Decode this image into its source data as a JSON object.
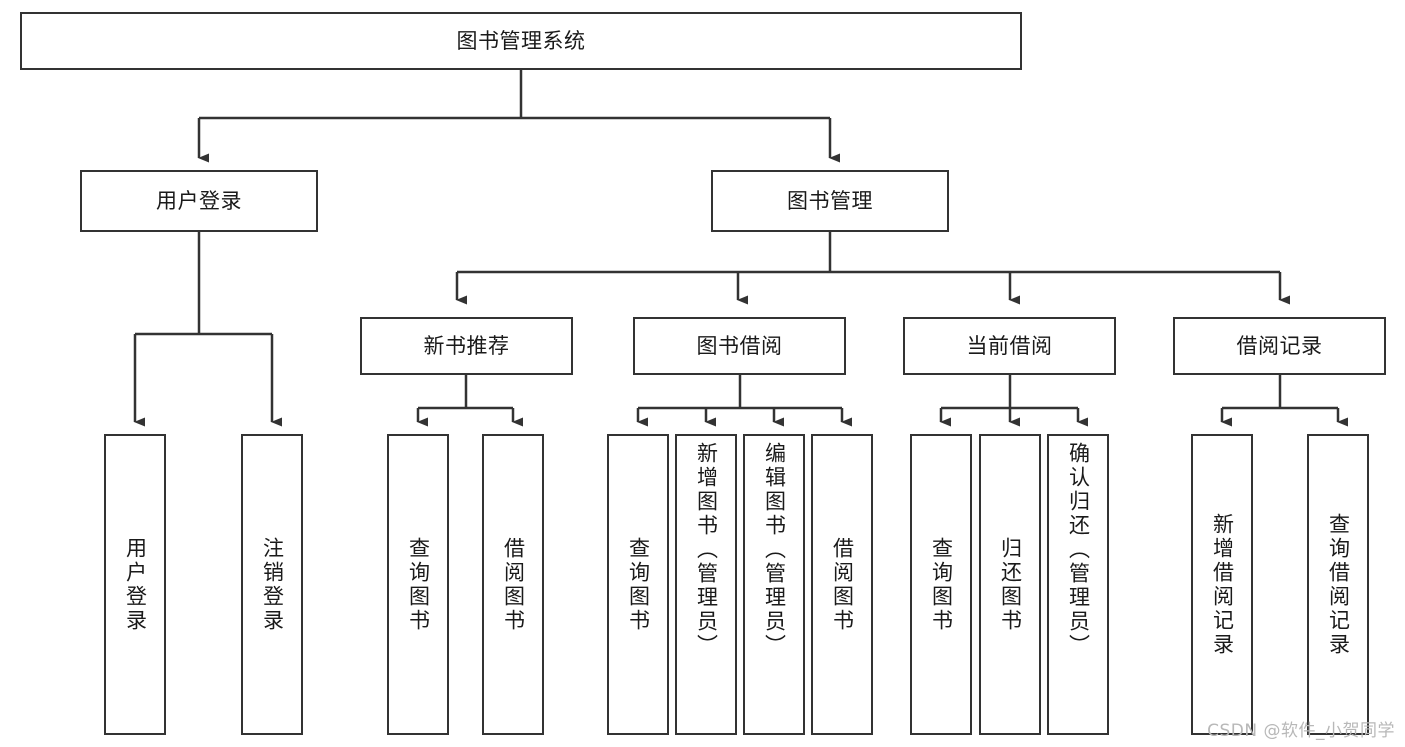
{
  "diagram": {
    "title_node": {
      "label": "图书管理系统"
    },
    "level1": [
      {
        "label": "用户登录"
      },
      {
        "label": "图书管理"
      }
    ],
    "level2": [
      {
        "label": "新书推荐"
      },
      {
        "label": "图书借阅"
      },
      {
        "label": "当前借阅"
      },
      {
        "label": "借阅记录"
      }
    ],
    "leaves": {
      "user_login": [
        {
          "label": "用户登录"
        },
        {
          "label": "注销登录"
        }
      ],
      "new_book": [
        {
          "label": "查询图书"
        },
        {
          "label": "借阅图书"
        }
      ],
      "book_borrow": [
        {
          "label": "查询图书"
        },
        {
          "label": "新增图书（管理员）"
        },
        {
          "label": "编辑图书（管理员）"
        },
        {
          "label": "借阅图书"
        }
      ],
      "current_borrow": [
        {
          "label": "查询图书"
        },
        {
          "label": "归还图书"
        },
        {
          "label": "确认归还（管理员）"
        }
      ],
      "borrow_record": [
        {
          "label": "新增借阅记录"
        },
        {
          "label": "查询借阅记录"
        }
      ]
    }
  },
  "watermark": {
    "text": "CSDN @软件_小贺同学"
  },
  "colors": {
    "stroke": "#333333",
    "text": "#1a1a1a",
    "background": "#ffffff",
    "watermark": "#b8b8b8"
  }
}
